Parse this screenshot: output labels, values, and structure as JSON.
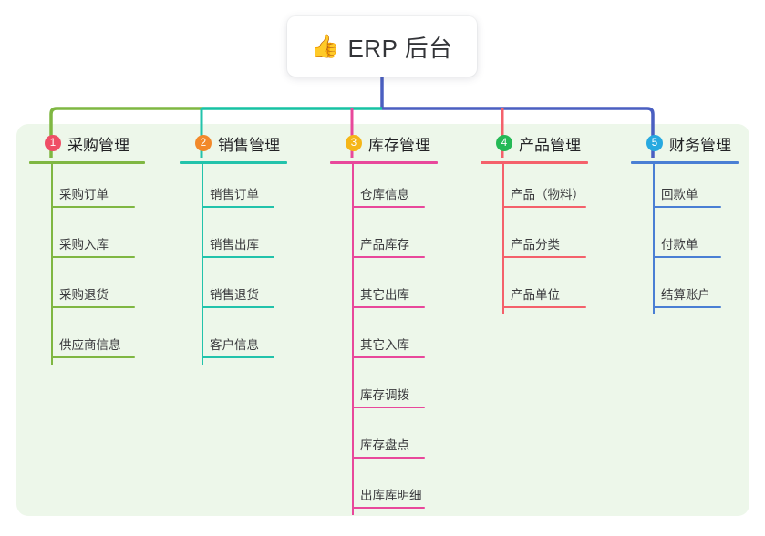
{
  "root": {
    "icon": "thumbs-up-emoji",
    "emoji": "👍",
    "title": "ERP 后台"
  },
  "colors": {
    "panel_bg": "#edf7ea",
    "root_text": "#333438",
    "branch_text": "#222225",
    "leaf_text": "#3a3a3d",
    "bus_green": "#7fb742",
    "bus_teal": "#17c2a3",
    "bus_blue": "#4a5fc1",
    "stem_blue": "#4a5fc1"
  },
  "branches": [
    {
      "index": "1",
      "label": "采购管理",
      "badge_color": "#ef4e66",
      "line_color": "#7fb742",
      "items": [
        "采购订单",
        "采购入库",
        "采购退货",
        "供应商信息"
      ]
    },
    {
      "index": "2",
      "label": "销售管理",
      "badge_color": "#f2892a",
      "line_color": "#22c3ab",
      "items": [
        "销售订单",
        "销售出库",
        "销售退货",
        "客户信息"
      ]
    },
    {
      "index": "3",
      "label": "库存管理",
      "badge_color": "#f5b618",
      "line_color": "#e8489b",
      "items": [
        "仓库信息",
        "产品库存",
        "其它出库",
        "其它入库",
        "库存调拨",
        "库存盘点",
        "出库库明细"
      ]
    },
    {
      "index": "4",
      "label": "产品管理",
      "badge_color": "#25b956",
      "line_color": "#f4616b",
      "items": [
        "产品（物料）",
        "产品分类",
        "产品单位"
      ]
    },
    {
      "index": "5",
      "label": "财务管理",
      "badge_color": "#27a9e0",
      "line_color": "#4a7fd4",
      "items": [
        "回款单",
        "付款单",
        "结算账户"
      ]
    }
  ]
}
